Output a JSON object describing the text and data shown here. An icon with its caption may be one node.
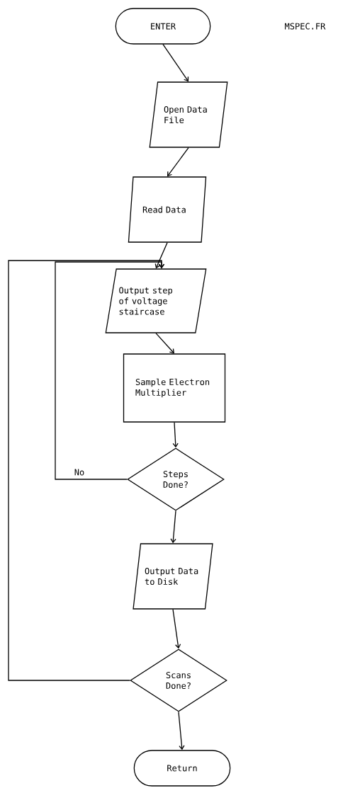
{
  "diagram": {
    "nodes": [
      {
        "text": [
          "ENTER"
        ]
      },
      {
        "text": [
          "Open Data File"
        ]
      },
      {
        "text": [
          "Read Data"
        ]
      },
      {
        "text": [
          "Output step of voltage staircase"
        ]
      },
      {
        "text": [
          "Sample Electron Multiplier"
        ]
      },
      {
        "text": [
          "Steps Done?"
        ]
      },
      {
        "text": [
          "Output Data to Disk"
        ]
      },
      {
        "text": [
          "Scans Done?"
        ]
      },
      {
        "text": [
          "Return"
        ]
      }
    ],
    "edges": [
      {
        "from": 0,
        "to": 1,
        "arrow": "to"
      },
      {
        "from": 1,
        "to": 2,
        "arrow": "to"
      },
      {
        "from": 2,
        "to": 3,
        "arrow": "to"
      },
      {
        "from": 3,
        "to": 4,
        "arrow": "to"
      },
      {
        "from": 4,
        "to": 5,
        "arrow": "to"
      },
      {
        "from": 5,
        "to": 3,
        "arrow": "to",
        "label": "No"
      },
      {
        "from": 5,
        "to": 6,
        "arrow": "to"
      },
      {
        "from": 6,
        "to": 7,
        "arrow": "to"
      },
      {
        "from": 7,
        "to": 3,
        "arrow": "to"
      },
      {
        "from": 7,
        "to": 8,
        "arrow": "to"
      }
    ],
    "labels": [
      "MSPEC.FR"
    ]
  }
}
